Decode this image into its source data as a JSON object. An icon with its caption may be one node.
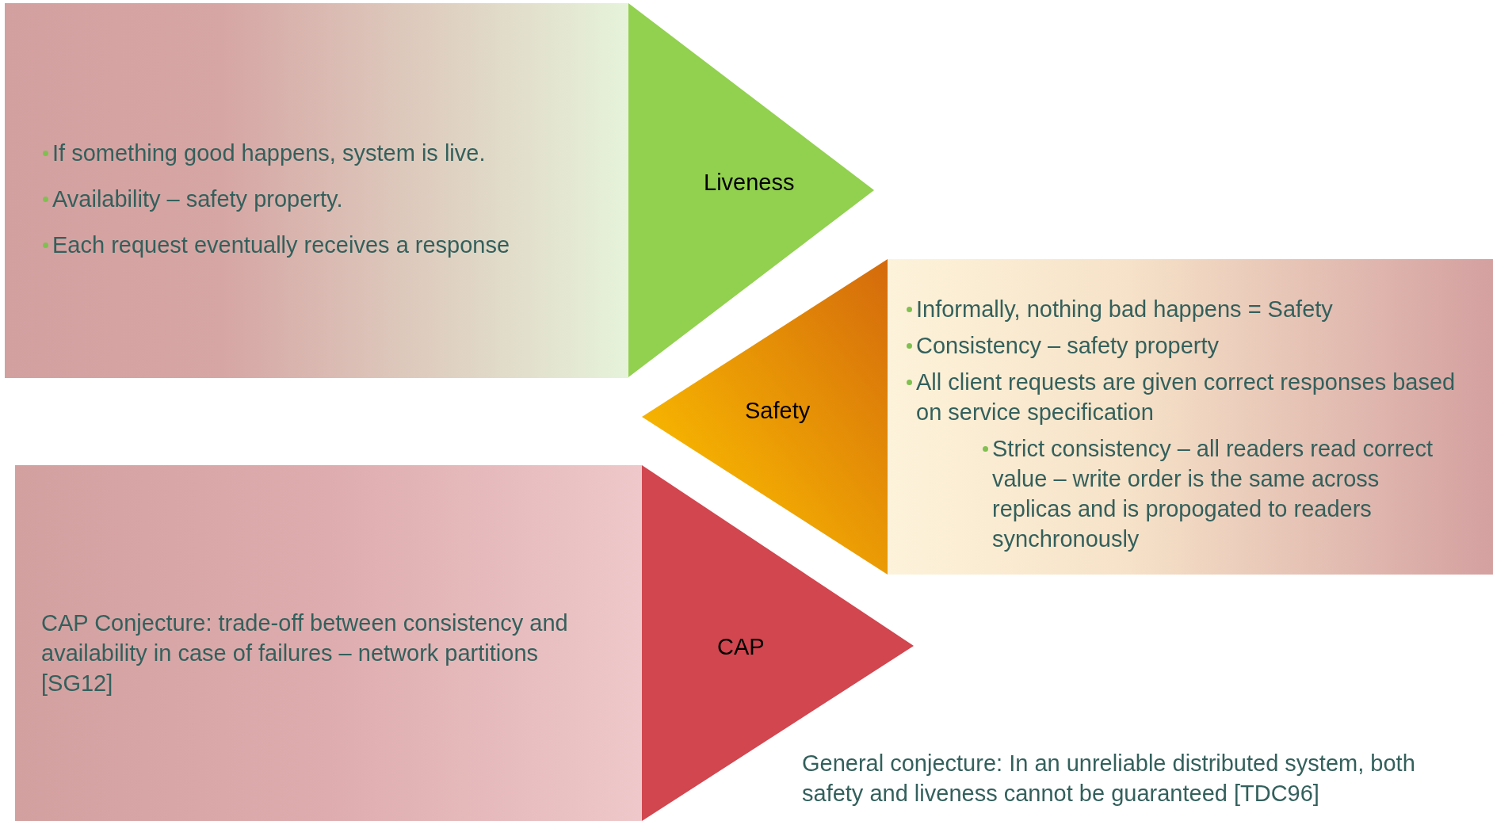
{
  "diagram": {
    "nodes": [
      {
        "text": [
          "If something good happens, system is live.",
          "Availability – safety property.",
          "Each request eventually receives a response"
        ]
      },
      {
        "text": [
          "Liveness"
        ]
      },
      {
        "text": [
          "Safety"
        ]
      },
      {
        "text": [
          "Informally, nothing bad happens = Safety",
          "Consistency – safety property",
          "All client requests are given correct responses based on service specification",
          "Strict consistency – all readers read correct value – write order is the same across replicas and is propogated to readers synchronously"
        ]
      },
      {
        "text": [
          "CAP Conjecture: trade-off between consistency and availability in case of failures – network partitions [SG12]"
        ]
      },
      {
        "text": [
          "CAP"
        ]
      }
    ],
    "edges": [],
    "labels": [
      "General conjecture: In an unreliable distributed system, both safety and liveness cannot be guaranteed [TDC96]"
    ]
  }
}
